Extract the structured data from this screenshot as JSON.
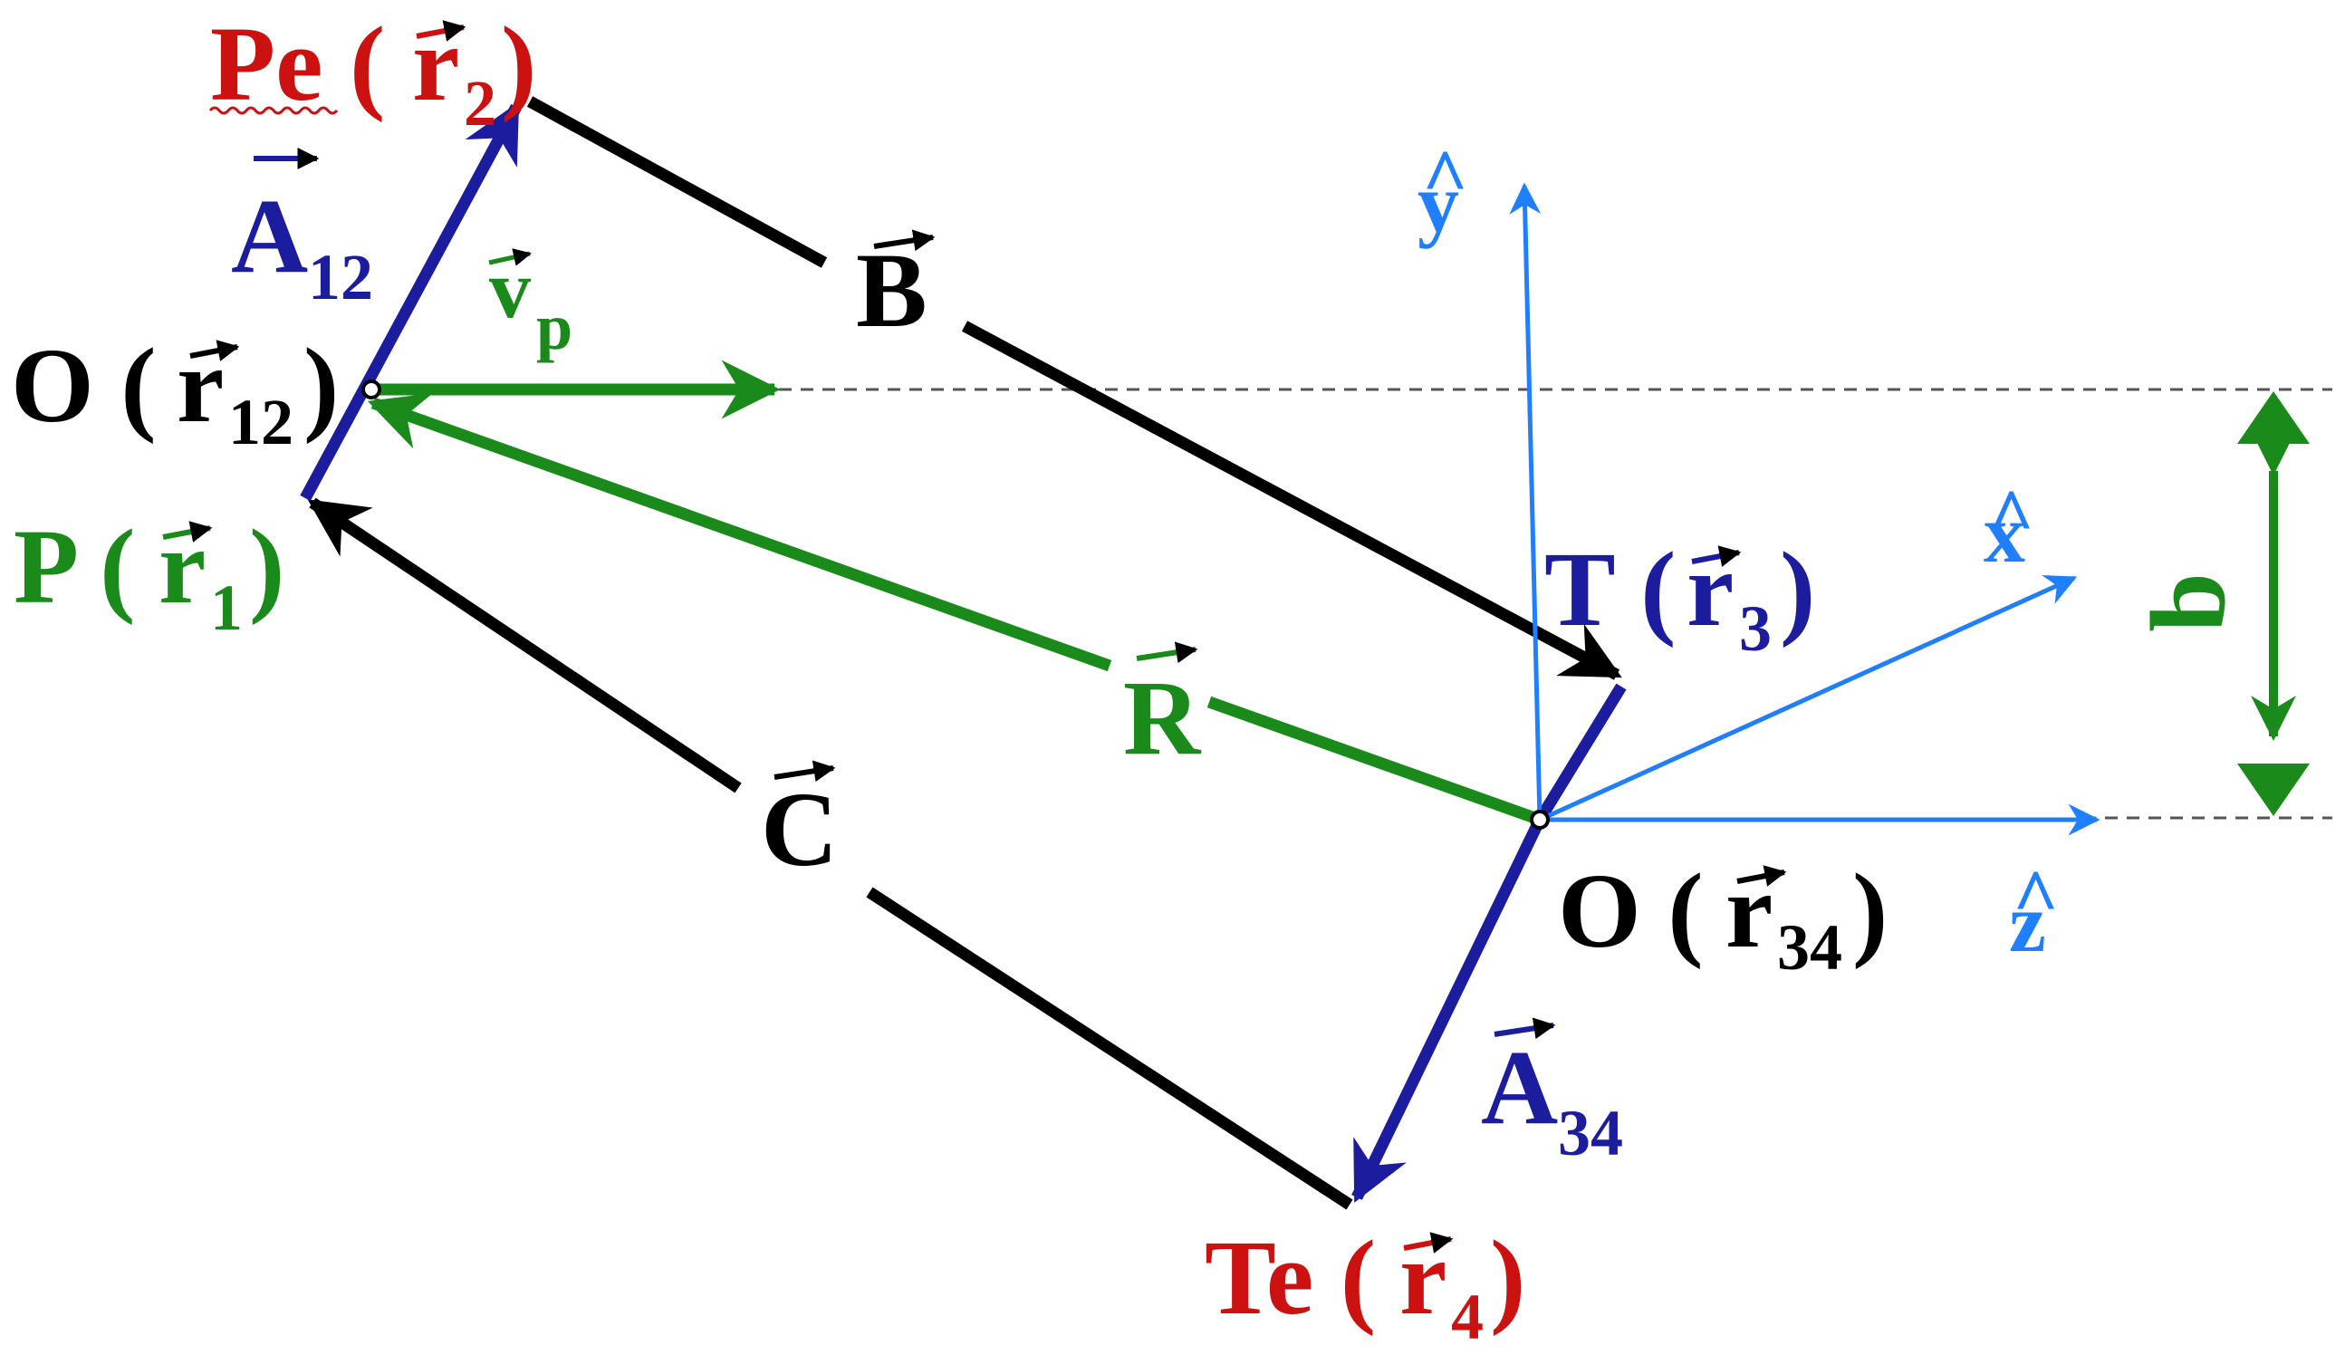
{
  "colors": {
    "black": "#000000",
    "green": "#1a8a1a",
    "navy": "#1c1c9e",
    "red": "#cc1111",
    "blue": "#1f7fff",
    "dash": "#555555"
  },
  "labels": {
    "pe_main": "Pe (",
    "pe_r": "r",
    "pe_sub": "2",
    "pe_close": ")",
    "A12_main": "A",
    "A12_sub": "12",
    "vp_main": "v",
    "vp_sub": "p",
    "O12_main": "O (",
    "O12_r": "r",
    "O12_sub": "12",
    "O12_close": ")",
    "P_main": "P (",
    "P_r": "r",
    "P_sub": "1",
    "P_close": ")",
    "B": "B",
    "R": "R",
    "C": "C",
    "T_main": "T (",
    "T_r": "r",
    "T_sub": "3",
    "T_close": ")",
    "O34_main": "O (",
    "O34_r": "r",
    "O34_sub": "34",
    "O34_close": ")",
    "A34_main": "A",
    "A34_sub": "34",
    "Te_main": "Te (",
    "Te_r": "r",
    "Te_sub": "4",
    "Te_close": ")",
    "y_axis": "y",
    "x_axis": "x",
    "z_axis": "z",
    "hat": "^",
    "b": "b"
  }
}
